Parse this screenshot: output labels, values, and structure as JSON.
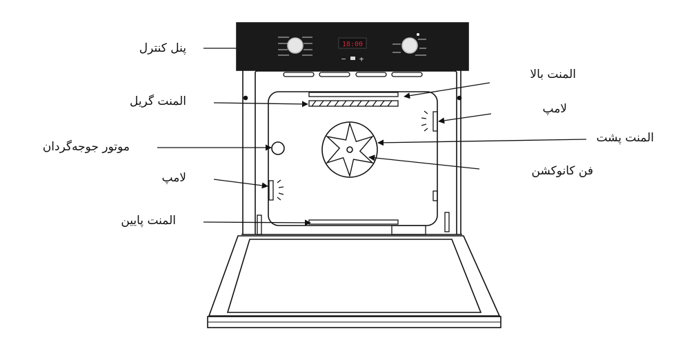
{
  "title": "Oven parts diagram",
  "labels": {
    "control_panel": "پنل کنترل",
    "grill_element": "المنت گریل",
    "rotisserie_motor": "موتور جوجه‌گردان",
    "lamp_left": "لامپ",
    "bottom_element": "المنت پایین",
    "top_element": "المنت بالا",
    "lamp_right": "لامپ",
    "rear_element": "المنت پشت",
    "convection_fan": "فن کانوکشن"
  },
  "panel": {
    "display": "18:00",
    "minus": "−",
    "plus": "+"
  },
  "colors": {
    "panel": "#1a1a1a",
    "display": "#d8263a",
    "line": "#111111"
  }
}
